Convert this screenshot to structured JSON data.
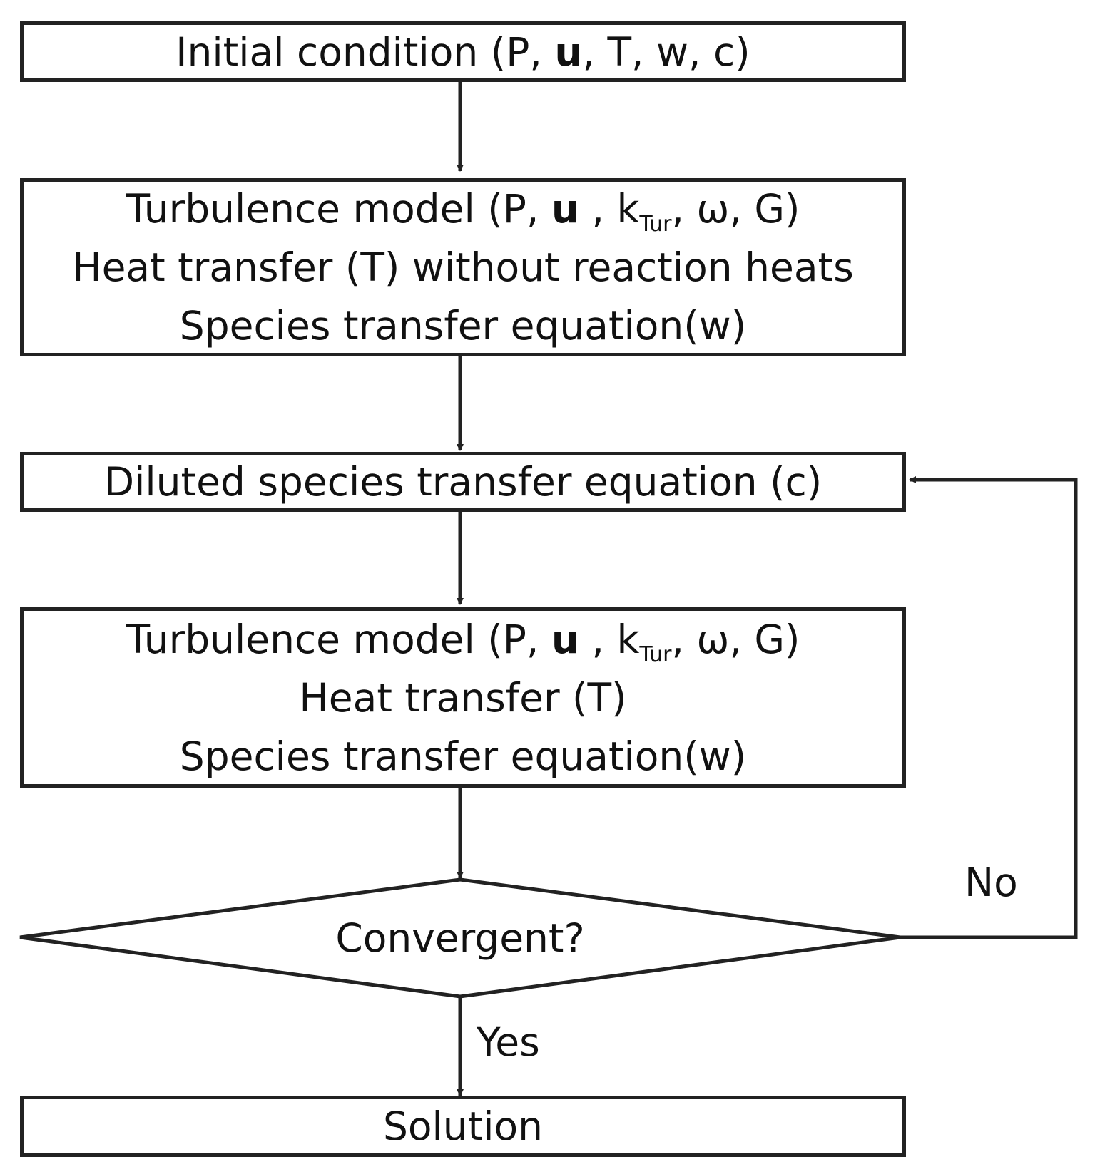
{
  "colors": {
    "stroke": "#222222",
    "background": "#ffffff",
    "text": "#111111"
  },
  "steps": {
    "initial": {
      "text": "Initial condition (P, ",
      "u": "u",
      "rest": ", T, w, c)"
    },
    "block1": {
      "turb_pre": "Turbulence model (P, ",
      "turb_u": "u",
      "turb_mid": " , k",
      "turb_sub": "Tur",
      "turb_post": ", ω, G)",
      "heat": "Heat transfer (T) without reaction heats",
      "species": "Species transfer equation(w)"
    },
    "diluted": {
      "text": "Diluted species transfer equation (c)"
    },
    "block2": {
      "turb_pre": "Turbulence model (P, ",
      "turb_u": "u",
      "turb_mid": " , k",
      "turb_sub": "Tur",
      "turb_post": ", ω, G)",
      "heat": "Heat transfer (T)",
      "species": "Species transfer equation(w)"
    },
    "decision": {
      "text": "Convergent?"
    },
    "no_label": "No",
    "yes_label": "Yes",
    "solution": {
      "text": "Solution"
    }
  }
}
